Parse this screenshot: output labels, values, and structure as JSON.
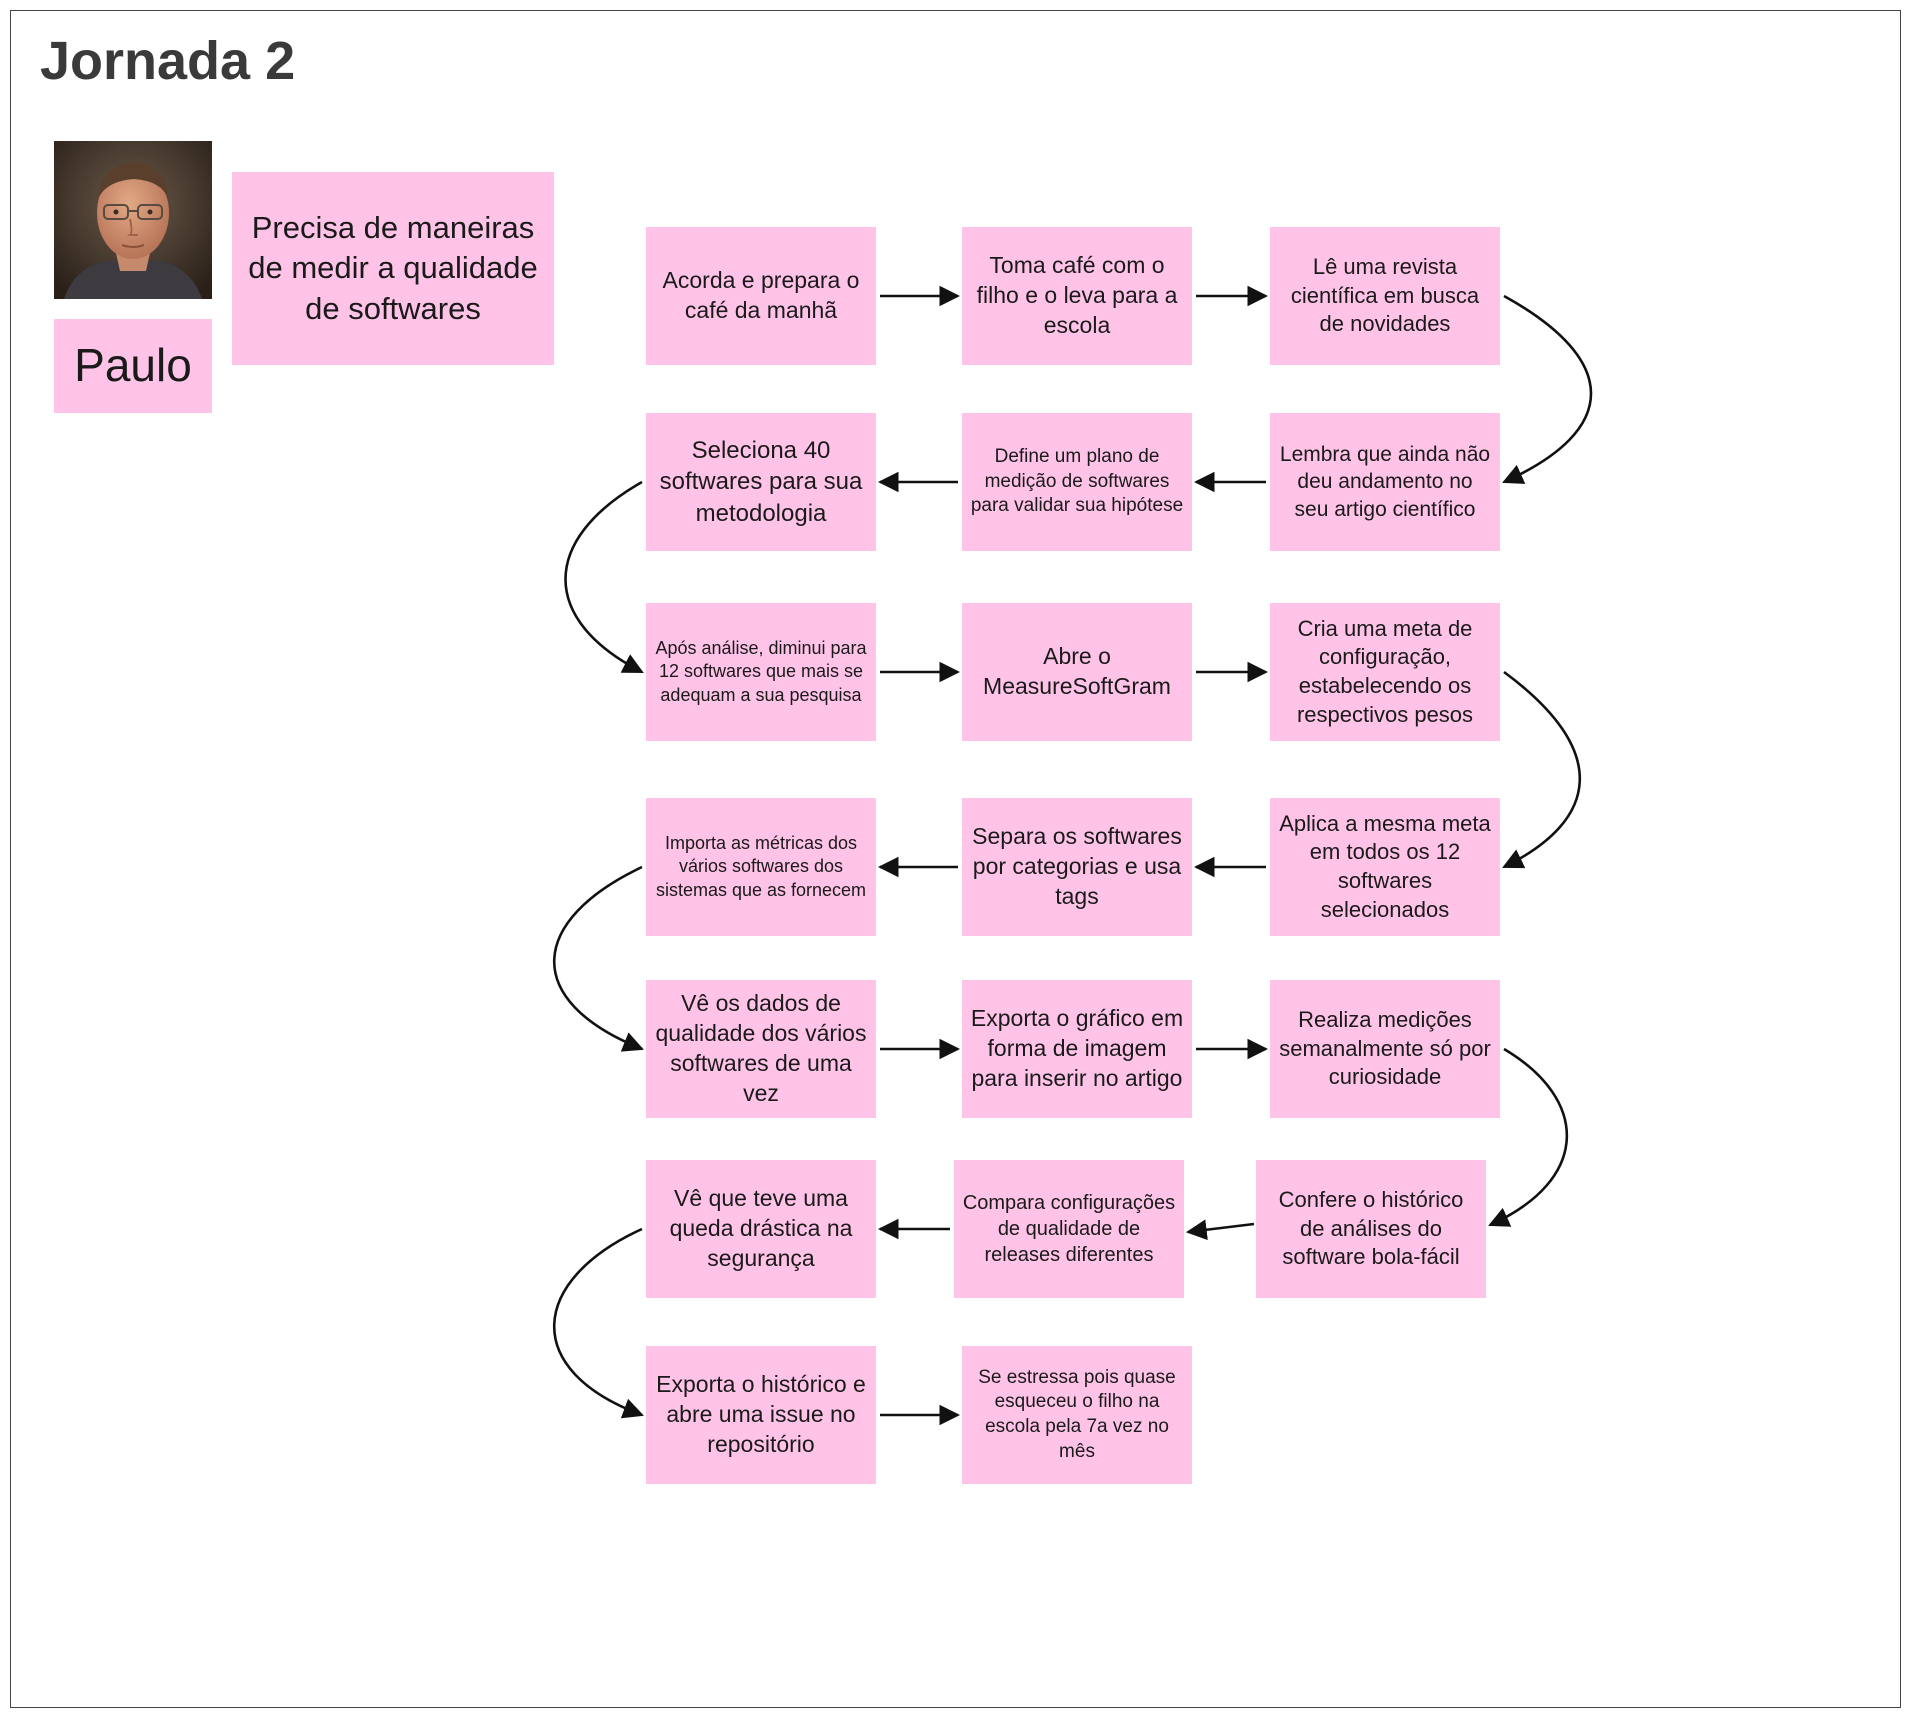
{
  "title": "Jornada 2",
  "persona": {
    "name": "Paulo",
    "need": "Precisa de maneiras de medir a qualidade de softwares"
  },
  "steps": [
    "Acorda e prepara o café da manhã",
    "Toma café com o filho e o leva para a escola",
    "Lê uma revista científica em busca de novidades",
    "Lembra que ainda não deu andamento no seu artigo científico",
    "Define um plano de medição de softwares para validar sua hipótese",
    "Seleciona 40 softwares para sua metodologia",
    "Após análise, diminui para 12 softwares que mais se adequam a sua pesquisa",
    "Abre o MeasureSoftGram",
    "Cria uma meta de configuração, estabelecendo os respectivos pesos",
    "Aplica a mesma meta em todos os 12 softwares selecionados",
    "Separa os softwares por categorias e usa tags",
    "Importa as métricas dos vários softwares dos sistemas que as fornecem",
    "Vê os dados de qualidade dos vários softwares de uma vez",
    "Exporta o gráfico em forma de imagem para inserir no artigo",
    "Realiza medições semanalmente só por curiosidade",
    "Confere o histórico de análises do software bola-fácil",
    "Compara configurações de qualidade de releases diferentes",
    "Vê que teve uma queda drástica na segurança",
    "Exporta o histórico e abre uma issue no repositório",
    "Se estressa pois quase esqueceu o filho na escola pela 7a vez no mês"
  ],
  "colors": {
    "sticky": "#ffc3e8",
    "text": "#1a1a1a",
    "title": "#3a3a3a",
    "arrow": "#111111"
  }
}
